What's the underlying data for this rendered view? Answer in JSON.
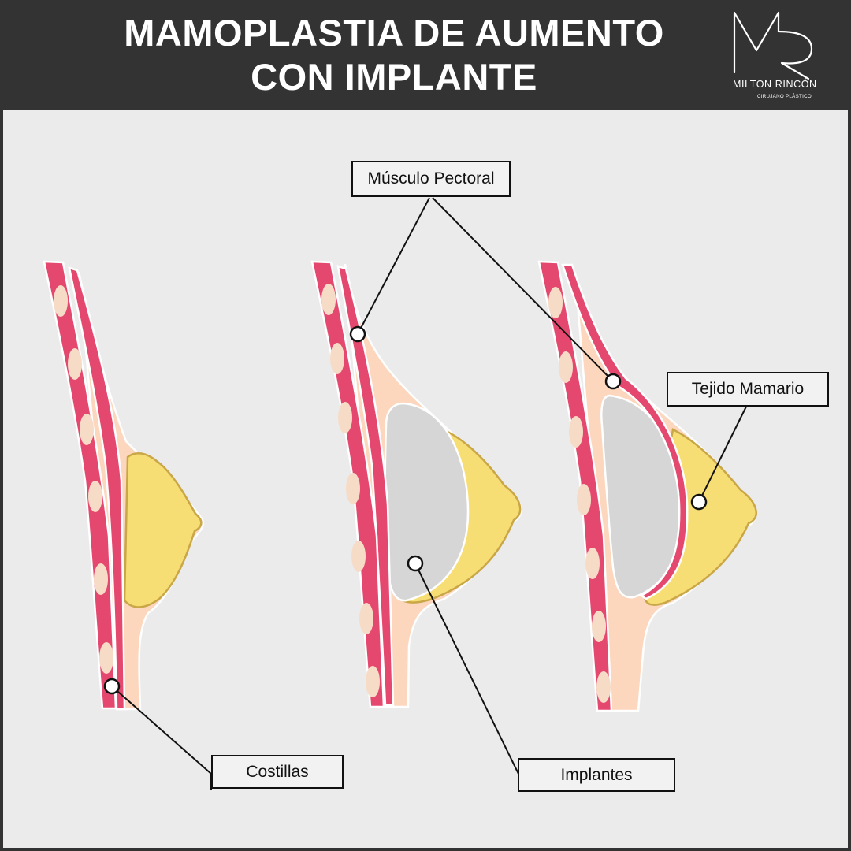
{
  "header": {
    "title_line1": "MAMOPLASTIA DE AUMENTO",
    "title_line2": "CON IMPLANTE"
  },
  "logo": {
    "monogram": "MR",
    "name": "MILTON RINCÓN",
    "subtitle": "CIRUJANO PLÁSTICO"
  },
  "labels": {
    "muscle": "Músculo Pectoral",
    "tissue": "Tejido Mamario",
    "ribs": "Costillas",
    "implants": "Implantes"
  },
  "colors": {
    "header_bg": "#333333",
    "panel_bg": "#ebebeb",
    "rib_muscle": "#e5486f",
    "rib_bone": "#f6dcc7",
    "skin": "#fcd6bd",
    "breast_tissue": "#f7de74",
    "breast_outline": "#c9a646",
    "implant": "#d6d6d6"
  }
}
